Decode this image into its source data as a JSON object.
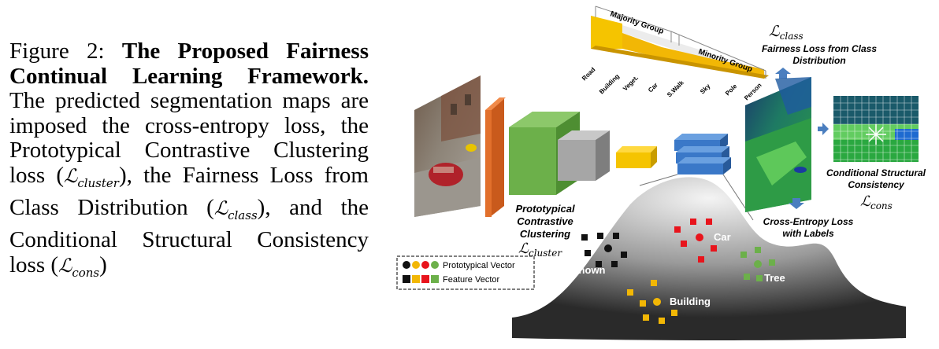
{
  "caption": {
    "figure_label": "Figure 2:",
    "title": "The Proposed Fairness Continual Learning Framework.",
    "body_1": "The predicted segmentation maps are imposed the cross-entropy loss, the Prototypical Contrastive Clustering loss (",
    "loss_cluster": "ℒ",
    "loss_cluster_sub": "cluster",
    "body_2": "), the Fairness Loss from Class Distribution (",
    "loss_class": "ℒ",
    "loss_class_sub": "class",
    "body_3": "), and the Conditional Structural Consistency loss (",
    "loss_cons": "ℒ",
    "loss_cons_sub": "cons",
    "body_4": ")"
  },
  "figure": {
    "majority_group": "Majority Group",
    "minority_group": "Minority Group",
    "classes": [
      "Road",
      "Building",
      "Veget.",
      "Car",
      "S.Walk",
      "Sky",
      "Pole",
      "Person"
    ],
    "loss_class_symbol": "ℒ",
    "loss_class_sub": "class",
    "fairness_label_1": "Fairness Loss from Class",
    "fairness_label_2": "Distribution",
    "csc_label_1": "Conditional Structural",
    "csc_label_2": "Consistency",
    "loss_cons_symbol": "ℒ",
    "loss_cons_sub": "cons",
    "ce_label_1": "Cross-Entropy Loss",
    "ce_label_2": "with Labels",
    "pcc_label_1": "Prototypical",
    "pcc_label_2": "Contrastive",
    "pcc_label_3": "Clustering",
    "loss_cluster_symbol": "ℒ",
    "loss_cluster_sub": "cluster",
    "legend_prototypical": "Prototypical Vector",
    "legend_feature": "Feature Vector",
    "cluster_unknown": "Unknown",
    "cluster_car": "Car",
    "cluster_tree": "Tree",
    "cluster_building": "Building"
  },
  "colors": {
    "unknown": "#111111",
    "car": "#e8141c",
    "tree": "#6cb04a",
    "building": "#f2b705",
    "encoder_orange": "#e2702c",
    "encoder_green": "#6cb04a",
    "gray_block": "#a6a6a6",
    "yellow_block": "#f5c400",
    "feature_blue": "#3a78c8",
    "arrow_blue": "#4a7ebf"
  }
}
